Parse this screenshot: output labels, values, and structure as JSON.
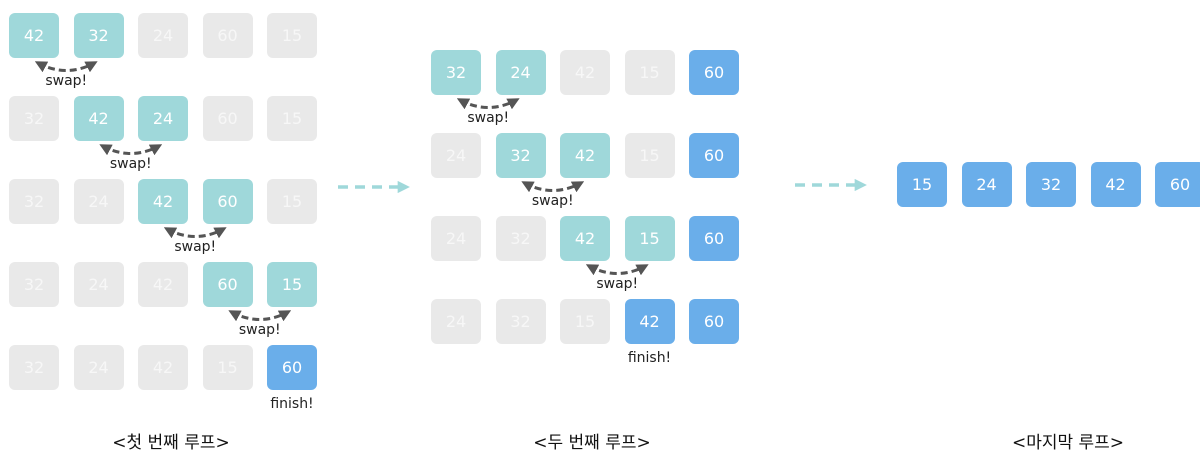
{
  "colors": {
    "active": "#9fd8da",
    "faded": "#e9e9e9",
    "sorted": "#6aaeea",
    "arrow": "#555555",
    "connector": "#9fd8da"
  },
  "loops": [
    {
      "caption": "<첫 번째 루프>",
      "rows": [
        {
          "cells": [
            {
              "v": "42",
              "s": "active"
            },
            {
              "v": "32",
              "s": "active"
            },
            {
              "v": "24",
              "s": "faded"
            },
            {
              "v": "60",
              "s": "faded"
            },
            {
              "v": "15",
              "s": "faded"
            }
          ],
          "label": "swap!",
          "swap": [
            0,
            1
          ]
        },
        {
          "cells": [
            {
              "v": "32",
              "s": "faded"
            },
            {
              "v": "42",
              "s": "active"
            },
            {
              "v": "24",
              "s": "active"
            },
            {
              "v": "60",
              "s": "faded"
            },
            {
              "v": "15",
              "s": "faded"
            }
          ],
          "label": "swap!",
          "swap": [
            1,
            2
          ]
        },
        {
          "cells": [
            {
              "v": "32",
              "s": "faded"
            },
            {
              "v": "24",
              "s": "faded"
            },
            {
              "v": "42",
              "s": "active"
            },
            {
              "v": "60",
              "s": "active"
            },
            {
              "v": "15",
              "s": "faded"
            }
          ],
          "label": "swap!",
          "swap": [
            2,
            3
          ]
        },
        {
          "cells": [
            {
              "v": "32",
              "s": "faded"
            },
            {
              "v": "24",
              "s": "faded"
            },
            {
              "v": "42",
              "s": "faded"
            },
            {
              "v": "60",
              "s": "active"
            },
            {
              "v": "15",
              "s": "active"
            }
          ],
          "label": "swap!",
          "swap": [
            3,
            4
          ]
        },
        {
          "cells": [
            {
              "v": "32",
              "s": "faded"
            },
            {
              "v": "24",
              "s": "faded"
            },
            {
              "v": "42",
              "s": "faded"
            },
            {
              "v": "15",
              "s": "faded"
            },
            {
              "v": "60",
              "s": "sorted"
            }
          ],
          "label": "finish!",
          "finish": 4
        }
      ]
    },
    {
      "caption": "<두 번째 루프>",
      "rows": [
        {
          "cells": [
            {
              "v": "32",
              "s": "active"
            },
            {
              "v": "24",
              "s": "active"
            },
            {
              "v": "42",
              "s": "faded"
            },
            {
              "v": "15",
              "s": "faded"
            },
            {
              "v": "60",
              "s": "sorted"
            }
          ],
          "label": "swap!",
          "swap": [
            0,
            1
          ]
        },
        {
          "cells": [
            {
              "v": "24",
              "s": "faded"
            },
            {
              "v": "32",
              "s": "active"
            },
            {
              "v": "42",
              "s": "active"
            },
            {
              "v": "15",
              "s": "faded"
            },
            {
              "v": "60",
              "s": "sorted"
            }
          ],
          "label": "swap!",
          "swap": [
            1,
            2
          ]
        },
        {
          "cells": [
            {
              "v": "24",
              "s": "faded"
            },
            {
              "v": "32",
              "s": "faded"
            },
            {
              "v": "42",
              "s": "active"
            },
            {
              "v": "15",
              "s": "active"
            },
            {
              "v": "60",
              "s": "sorted"
            }
          ],
          "label": "swap!",
          "swap": [
            2,
            3
          ]
        },
        {
          "cells": [
            {
              "v": "24",
              "s": "faded"
            },
            {
              "v": "32",
              "s": "faded"
            },
            {
              "v": "15",
              "s": "faded"
            },
            {
              "v": "42",
              "s": "sorted"
            },
            {
              "v": "60",
              "s": "sorted"
            }
          ],
          "label": "finish!",
          "finish": 3
        }
      ]
    },
    {
      "caption": "<마지막 루프>",
      "rows": [
        {
          "cells": [
            {
              "v": "15",
              "s": "sorted"
            },
            {
              "v": "24",
              "s": "sorted"
            },
            {
              "v": "32",
              "s": "sorted"
            },
            {
              "v": "42",
              "s": "sorted"
            },
            {
              "v": "60",
              "s": "sorted"
            }
          ]
        }
      ]
    }
  ]
}
